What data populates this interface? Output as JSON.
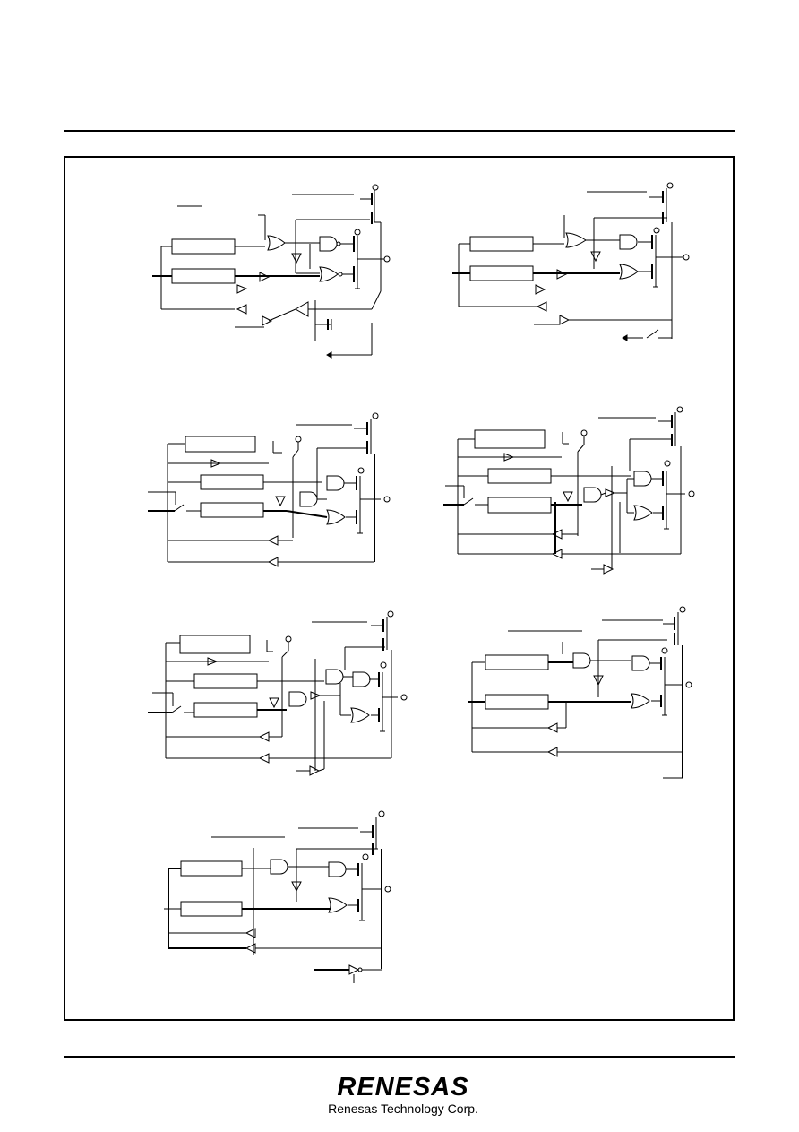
{
  "footer": {
    "logo_text": "RENESAS",
    "company": "Renesas Technology Corp."
  },
  "figure": {
    "diagram_count": 7,
    "description_visible_text": ""
  },
  "colors": {
    "ink": "#000000",
    "paper": "#ffffff"
  }
}
